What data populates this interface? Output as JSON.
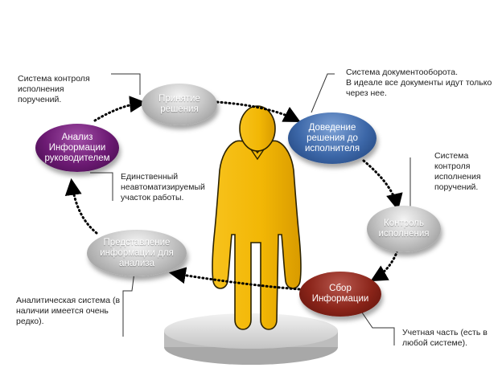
{
  "nodes": {
    "decision": "Принятие решения",
    "delivery": "Доведение решения до исполнителя",
    "control": "Контроль исполнения",
    "collection": "Сбор Информации",
    "presentation": "Представление информации для анализа",
    "analysis": "Анализ Информации руководителем"
  },
  "notes": {
    "decision": [
      "Система контроля",
      "исполнения",
      "поручений."
    ],
    "delivery": [
      "Система документооборота.",
      "В идеале все документы идут только",
      "через нее."
    ],
    "control": [
      "Система",
      "контроля",
      "исполнения",
      "поручений."
    ],
    "collection": [
      "Учетная часть (есть в",
      "любой системе)."
    ],
    "presentation": [
      "Аналитическая система (в",
      "наличии имеется очень",
      "редко)."
    ],
    "analysis": [
      "Единственный",
      "неавтоматизируемый",
      "участок работы."
    ]
  },
  "colors": {
    "figure": "#f2b705",
    "figure_outline": "#2b2200",
    "gray_node": "#b8b8b8",
    "blue_node": "#3c67a8",
    "purple_node": "#6c1a73",
    "red_node": "#8a2419",
    "pedestal": "#d9d9d9"
  }
}
